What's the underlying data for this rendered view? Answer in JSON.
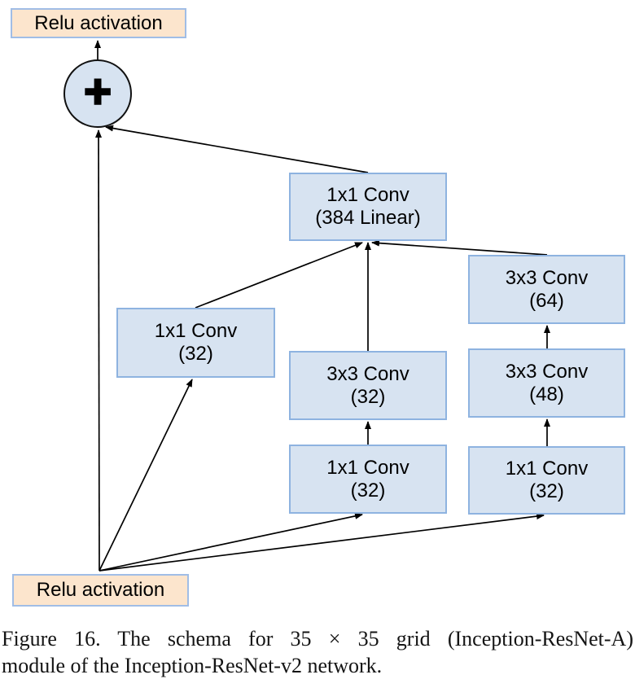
{
  "diagram": {
    "relu_top": {
      "label": "Relu activation"
    },
    "relu_bottom": {
      "label": "Relu activation"
    },
    "sum": {
      "symbol": "+"
    },
    "nodes": [
      {
        "id": "conv-1x1-384-linear",
        "line1": "1x1 Conv",
        "line2": "(384 Linear)"
      },
      {
        "id": "conv-3x3-64",
        "line1": "3x3 Conv",
        "line2": "(64)"
      },
      {
        "id": "conv-1x1-32-left",
        "line1": "1x1 Conv",
        "line2": "(32)"
      },
      {
        "id": "conv-3x3-32-middle",
        "line1": "3x3 Conv",
        "line2": "(32)"
      },
      {
        "id": "conv-3x3-48-right",
        "line1": "3x3 Conv",
        "line2": "(48)"
      },
      {
        "id": "conv-1x1-32-middle",
        "line1": "1x1 Conv",
        "line2": "(32)"
      },
      {
        "id": "conv-1x1-32-right",
        "line1": "1x1 Conv",
        "line2": "(32)"
      }
    ],
    "colors": {
      "box_fill": "#d7e3f1",
      "box_border": "#8eb3e0",
      "relu_fill": "#fce5cd",
      "relu_border": "#a0bde6",
      "line": "#000000"
    }
  },
  "caption": {
    "line1": "Figure 16. The schema for 35 × 35 grid (Inception-ResNet-A)",
    "line2": "module of the Inception-ResNet-v2 network."
  }
}
